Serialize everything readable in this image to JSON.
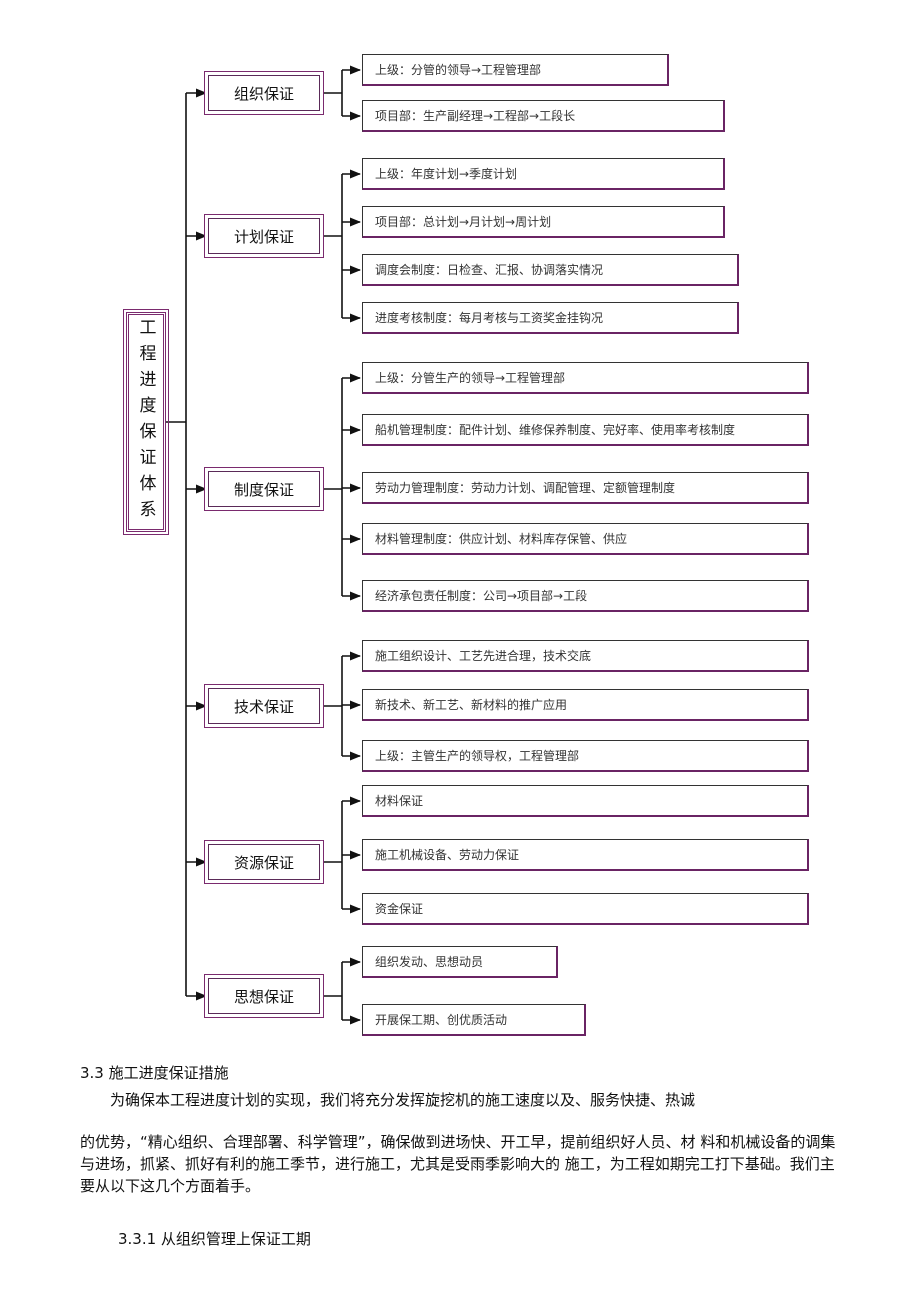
{
  "diagram": {
    "root": "工程进度保证体系",
    "categories": [
      {
        "label": "组织保证",
        "items": [
          "上级：分管的领导→工程管理部",
          "项目部：生产副经理→工程部→工段长"
        ]
      },
      {
        "label": "计划保证",
        "items": [
          "上级：年度计划→季度计划",
          "项目部：总计划→月计划→周计划",
          "调度会制度：日检查、汇报、协调落实情况",
          "进度考核制度：每月考核与工资奖金挂钩况"
        ]
      },
      {
        "label": "制度保证",
        "items": [
          "上级：分管生产的领导→工程管理部",
          "船机管理制度：配件计划、维修保养制度、完好率、使用率考核制度",
          "劳动力管理制度：劳动力计划、调配管理、定额管理制度",
          "材料管理制度：供应计划、材料库存保管、供应",
          "经济承包责任制度：公司→项目部→工段"
        ]
      },
      {
        "label": "技术保证",
        "items": [
          "施工组织设计、工艺先进合理，技术交底",
          "新技术、新工艺、新材料的推广应用",
          "上级：主管生产的领导权，工程管理部"
        ]
      },
      {
        "label": "资源保证",
        "items": [
          "材料保证",
          "施工机械设备、劳动力保证",
          "资金保证"
        ]
      },
      {
        "label": "思想保证",
        "items": [
          "组织发动、思想动员",
          "开展保工期、创优质活动"
        ]
      }
    ],
    "colors": {
      "border": "#7a2a6e",
      "line": "#111111"
    }
  },
  "section": {
    "heading": "3.3 施工进度保证措施",
    "para_line1": "为确保本工程进度计划的实现，我们将充分发挥旋挖机的施工速度以及、服务快捷、热诚",
    "para_rest": "的优势，“精心组织、合理部署、科学管理”，确保做到进场快、开工早，提前组织好人员、材 料和机械设备的调集与进场，抓紧、抓好有利的施工季节，进行施工，尤其是受雨季影响大的 施工，为工程如期完工打下基础。我们主要从以下这几个方面着手。",
    "subheading": "3.3.1  从组织管理上保证工期"
  }
}
